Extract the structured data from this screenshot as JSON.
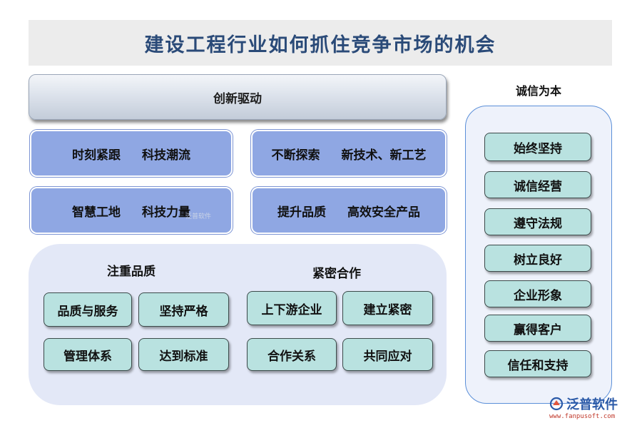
{
  "title": "建设工程行业如何抓住竞争市场的机会",
  "innovation": {
    "label": "创新驱动",
    "boxes": [
      [
        "时刻紧跟",
        "科技潮流"
      ],
      [
        "不断探索",
        "新技术、新工艺"
      ],
      [
        "智慧工地",
        "科技力量"
      ],
      [
        "提升品质",
        "高效安全产品"
      ]
    ]
  },
  "quality": {
    "label": "注重品质",
    "items": [
      "品质与服务",
      "坚持严格",
      "管理体系",
      "达到标准"
    ]
  },
  "cooperation": {
    "label": "紧密合作",
    "items": [
      "上下游企业",
      "建立紧密",
      "合作关系",
      "共同应对"
    ]
  },
  "integrity": {
    "label": "诚信为本",
    "items": [
      "始终坚持",
      "诚信经营",
      "遵守法规",
      "树立良好",
      "企业形象",
      "赢得客户",
      "信任和支持"
    ]
  },
  "logo": {
    "name": "泛普软件",
    "url": "www.fanpusoft.com",
    "watermark": "泛普软件"
  },
  "colors": {
    "title": "#2a4a78",
    "blue_box": "#8fa7e3",
    "teal_box": "#b9e2e0",
    "panel": "#e3e8f7",
    "right_border": "#5b8fd8"
  }
}
